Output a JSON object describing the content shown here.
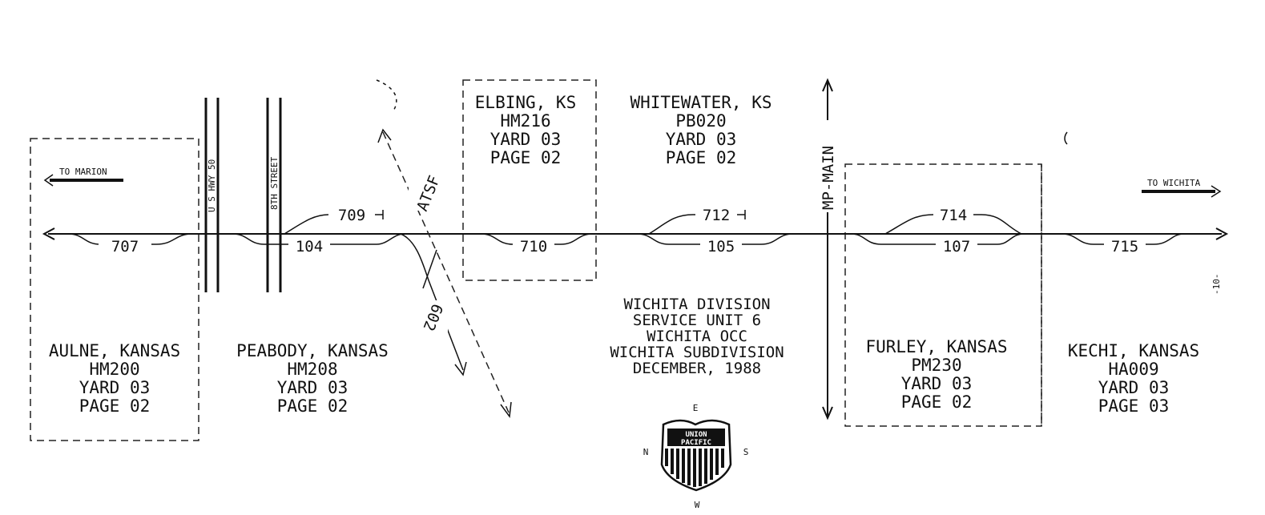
{
  "directions": {
    "left": "TO MARION",
    "right": "TO WICHITA"
  },
  "stations": {
    "aulne": {
      "name": "AULNE, KANSAS",
      "code": "HM200",
      "yard": "YARD 03",
      "page": "PAGE 02"
    },
    "peabody": {
      "name": "PEABODY, KANSAS",
      "code": "HM208",
      "yard": "YARD 03",
      "page": "PAGE 02"
    },
    "elbing": {
      "name": "ELBING, KS",
      "code": "HM216",
      "yard": "YARD 03",
      "page": "PAGE 02"
    },
    "whitewater": {
      "name": "WHITEWATER, KS",
      "code": "PB020",
      "yard": "YARD 03",
      "page": "PAGE 02"
    },
    "furley": {
      "name": "FURLEY, KANSAS",
      "code": "PM230",
      "yard": "YARD 03",
      "page": "PAGE 02"
    },
    "kechi": {
      "name": "KECHI, KANSAS",
      "code": "HA009",
      "yard": "YARD 03",
      "page": "PAGE 03"
    }
  },
  "tracks": {
    "t707": "707",
    "t104": "104",
    "t709": "709",
    "t710": "710",
    "t712": "712",
    "t105": "105",
    "t714": "714",
    "t107": "107",
    "t715": "715",
    "t602": "602"
  },
  "roads": {
    "hwy": "U S HWY 50",
    "street": "8TH STREET"
  },
  "railroad": "ATSF",
  "milepost": "MP-MAIN",
  "division": {
    "line1": "WICHITA DIVISION",
    "line2": "SERVICE UNIT 6",
    "line3": "WICHITA OCC",
    "line4": "WICHITA SUBDIVISION",
    "line5": "DECEMBER, 1988"
  },
  "compass": {
    "top": "E",
    "left": "N",
    "right": "S",
    "bottom": "W"
  },
  "logo": {
    "line1": "UNION",
    "line2": "PACIFIC"
  },
  "page_number": "-10-"
}
